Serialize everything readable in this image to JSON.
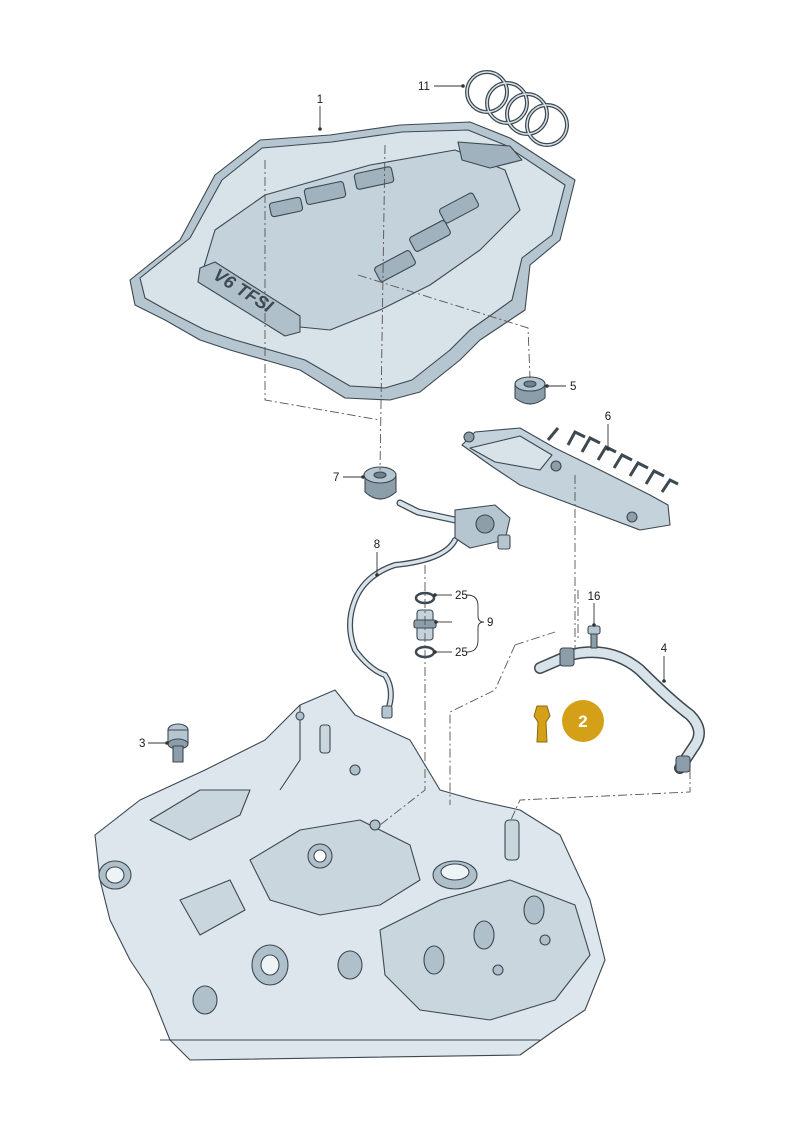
{
  "emblem_text": "V6 TFSI",
  "highlight": {
    "label": "2",
    "color": "#D4A017"
  },
  "colors": {
    "part_fill": "#D7E2E9",
    "part_shade": "#B6C6D1",
    "part_dark": "#8C9EAA",
    "line": "#3D4850"
  },
  "callouts": [
    {
      "id": "c1",
      "label": "1"
    },
    {
      "id": "c3",
      "label": "3"
    },
    {
      "id": "c4",
      "label": "4"
    },
    {
      "id": "c5",
      "label": "5"
    },
    {
      "id": "c6",
      "label": "6"
    },
    {
      "id": "c7",
      "label": "7"
    },
    {
      "id": "c8",
      "label": "8"
    },
    {
      "id": "c9",
      "label": "9"
    },
    {
      "id": "c11",
      "label": "11"
    },
    {
      "id": "c16",
      "label": "16"
    },
    {
      "id": "c25a",
      "label": "25"
    },
    {
      "id": "c25b",
      "label": "25"
    }
  ]
}
